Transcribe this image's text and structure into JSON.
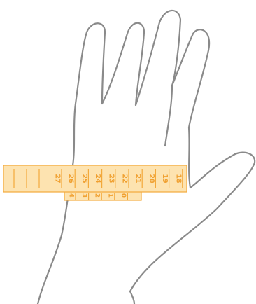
{
  "illustration": {
    "hand_icon": "hand-outline-icon",
    "tape_icon": "measuring-tape-icon"
  },
  "tape_main": {
    "numbers": [
      "27",
      "26",
      "25",
      "24",
      "23",
      "22",
      "21",
      "20",
      "19",
      "18"
    ]
  },
  "tape_end": {
    "numbers": [
      "4",
      "3",
      "2",
      "1",
      "0"
    ]
  },
  "colors": {
    "outline": "#8a8a8a",
    "tape_fill": "#fde3b0",
    "tape_stroke": "#f3a93b",
    "tape_text": "#f0a030"
  }
}
